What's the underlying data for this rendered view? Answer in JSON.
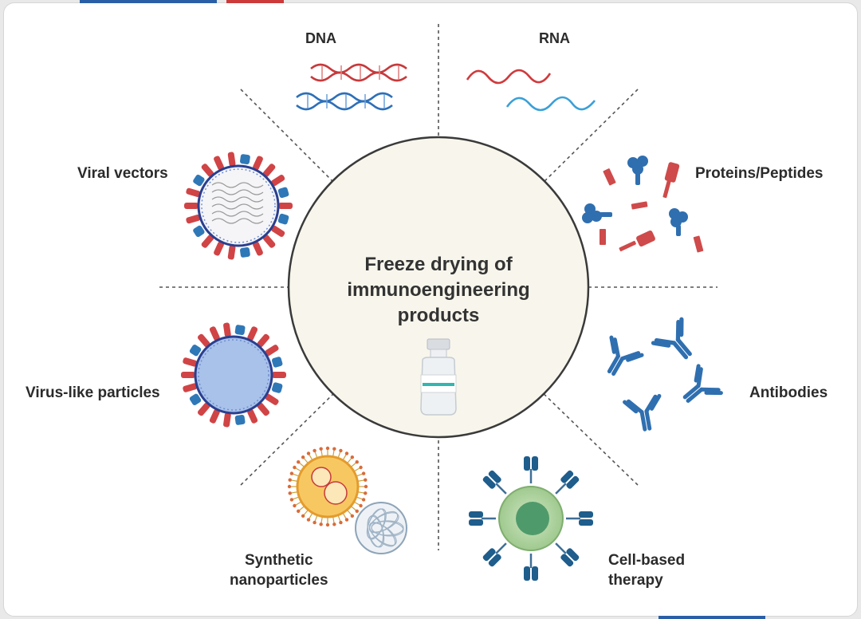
{
  "center": {
    "title_lines": [
      "Freeze drying of",
      "immunoengineering",
      "products"
    ]
  },
  "categories": {
    "dna": "DNA",
    "rna": "RNA",
    "viral_vectors": "Viral vectors",
    "proteins_peptides": "Proteins/Peptides",
    "virus_like_particles": "Virus-like particles",
    "antibodies": "Antibodies",
    "synthetic_nanoparticles_lines": [
      "Synthetic",
      "nanoparticles"
    ],
    "cell_based_therapy_lines": [
      "Cell-based",
      "therapy"
    ]
  },
  "colors": {
    "red": "#d04446",
    "blue": "#2f78b7",
    "light_blue": "#3aa0d8",
    "circle_fill": "#f8f6ec",
    "accent_bar_blue": "#2a5fa6",
    "accent_bar_red": "#cc3a3a"
  }
}
